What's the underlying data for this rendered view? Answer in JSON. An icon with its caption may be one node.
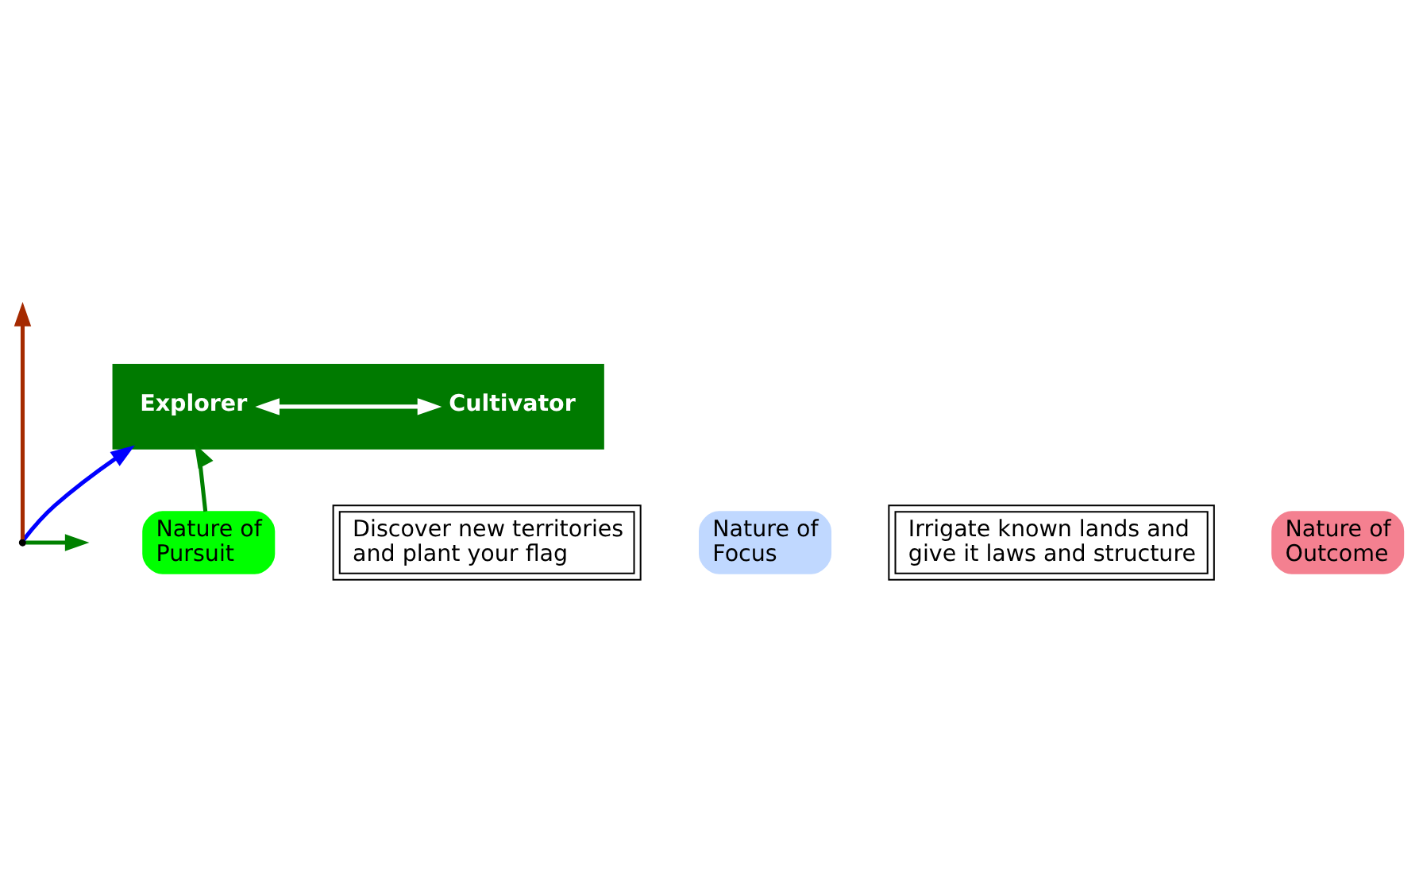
{
  "diagram": {
    "nodes": [
      {
        "text": [],
        "shape": "bar"
      },
      {
        "text": [
          "Explorer"
        ],
        "in": 0
      },
      {
        "text": [
          "Cultivator"
        ],
        "in": 0
      },
      {
        "text": [
          "Discover new territories and plant your flag"
        ]
      },
      {
        "text": [
          "Irrigate known lands and give it laws and structure"
        ]
      },
      {
        "text": [
          "Nature of Focus"
        ]
      },
      {
        "text": [
          "Nature of Pursuit"
        ]
      },
      {
        "text": [],
        "shape": "point"
      },
      {
        "text": [
          "Nature of Outcome"
        ]
      }
    ],
    "edges": [
      {
        "from": 1,
        "to": 2,
        "arrow": "both",
        "color": "#ffffff"
      },
      {
        "from": 7,
        "to": 0,
        "arrow": "to",
        "color": "#0000ff"
      },
      {
        "from": 6,
        "to": 0,
        "arrow": "to",
        "color": "#008000"
      },
      {
        "from": 7,
        "to": null,
        "arrow": "to",
        "color": "#a52a00"
      },
      {
        "from": 7,
        "to": null,
        "arrow": "to",
        "color": "#008000"
      }
    ]
  }
}
